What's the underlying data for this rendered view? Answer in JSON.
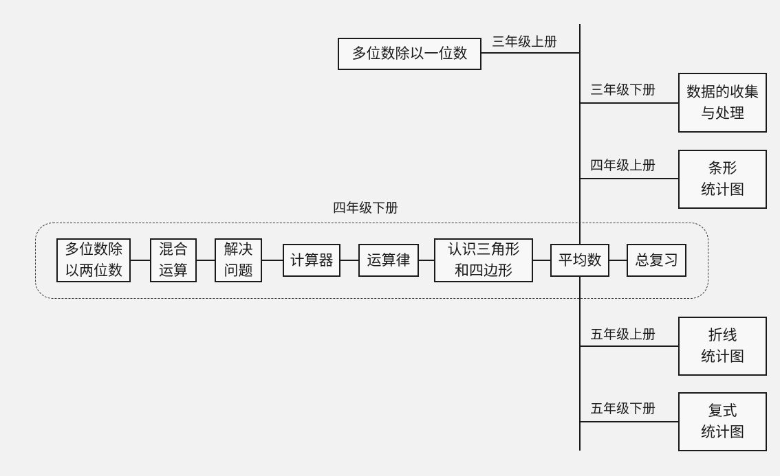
{
  "top": {
    "box": "多位数除以一位数",
    "grade": "三年级上册"
  },
  "right_branches": [
    {
      "grade": "三年级下册",
      "box": "数据的收集\n与处理"
    },
    {
      "grade": "四年级上册",
      "box": "条形\n统计图"
    },
    {
      "grade": "五年级上册",
      "box": "折线\n统计图"
    },
    {
      "grade": "五年级下册",
      "box": "复式\n统计图"
    }
  ],
  "group": {
    "title": "四年级下册",
    "units": [
      "多位数除\n以两位数",
      "混合\n运算",
      "解决\n问题",
      "计算器",
      "运算律",
      "认识三角形\n和四边形",
      "平均数",
      "总复习"
    ]
  }
}
